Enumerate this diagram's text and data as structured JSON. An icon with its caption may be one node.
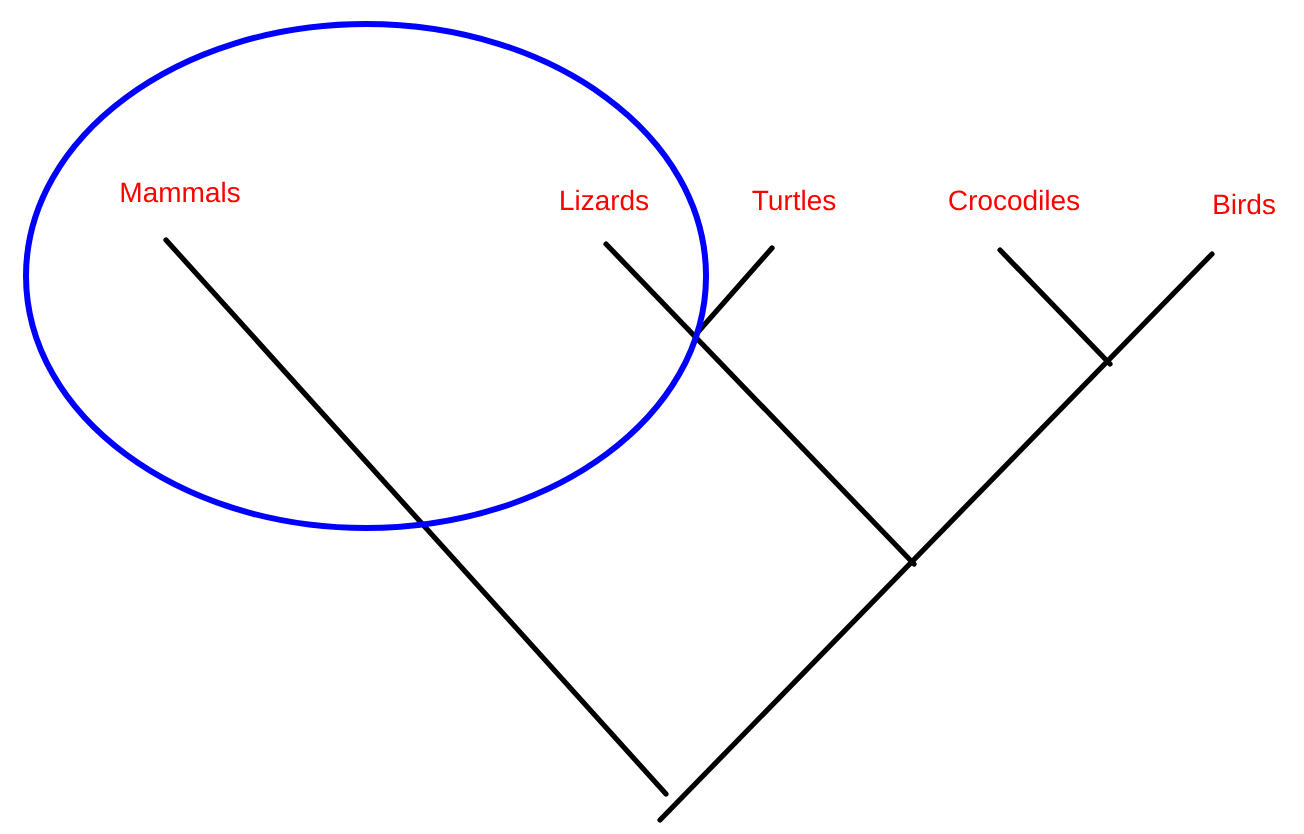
{
  "diagram": {
    "labels": [
      "Mammals",
      "Lizards",
      "Turtles",
      "Crocodiles",
      "Birds"
    ]
  }
}
